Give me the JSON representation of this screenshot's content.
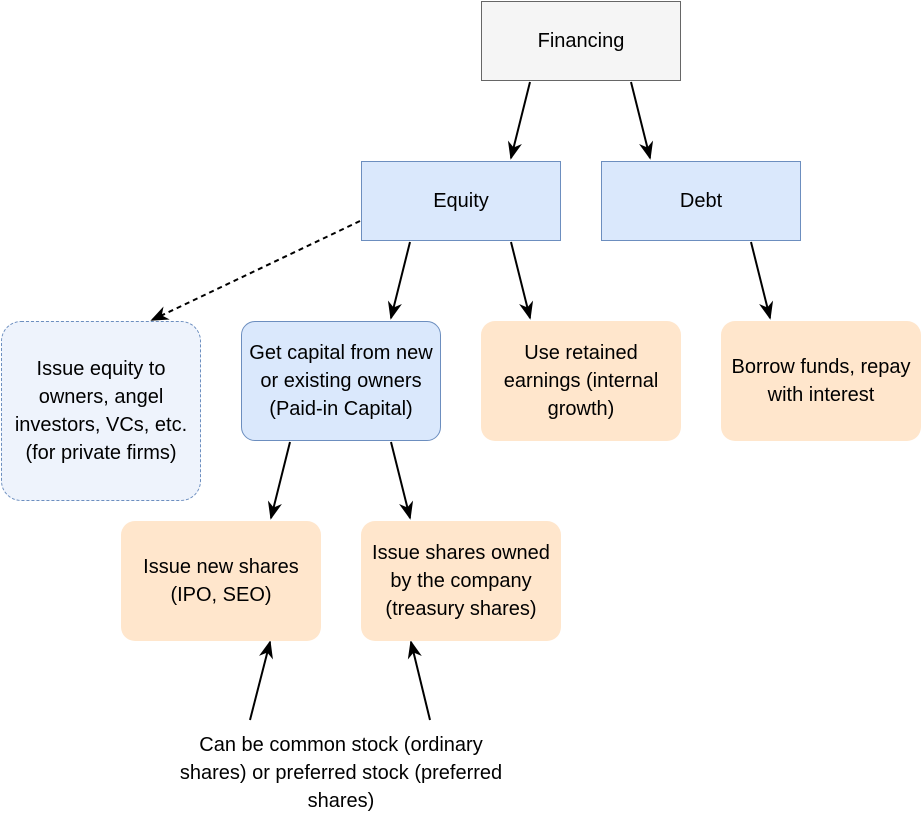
{
  "nodes": {
    "financing": "Financing",
    "equity": "Equity",
    "debt": "Debt",
    "issue_equity_private": "Issue equity to owners, angel investors, VCs, etc. (for private firms)",
    "paid_in_capital": "Get capital from new or existing owners (Paid-in Capital)",
    "retained_earnings": "Use retained earnings (internal growth)",
    "borrow_funds": "Borrow funds, repay with interest",
    "issue_new_shares": "Issue new shares (IPO, SEO)",
    "treasury_shares": "Issue shares owned by the company (treasury shares)",
    "stock_note": "Can be common stock (ordinary shares) or preferred stock (preferred shares)"
  },
  "colors": {
    "root_fill": "#f5f5f5",
    "root_stroke": "#666666",
    "blue_fill": "#dae8fc",
    "blue_stroke": "#6c8ebf",
    "orange_fill": "#ffe6cc",
    "edge": "#000000"
  }
}
